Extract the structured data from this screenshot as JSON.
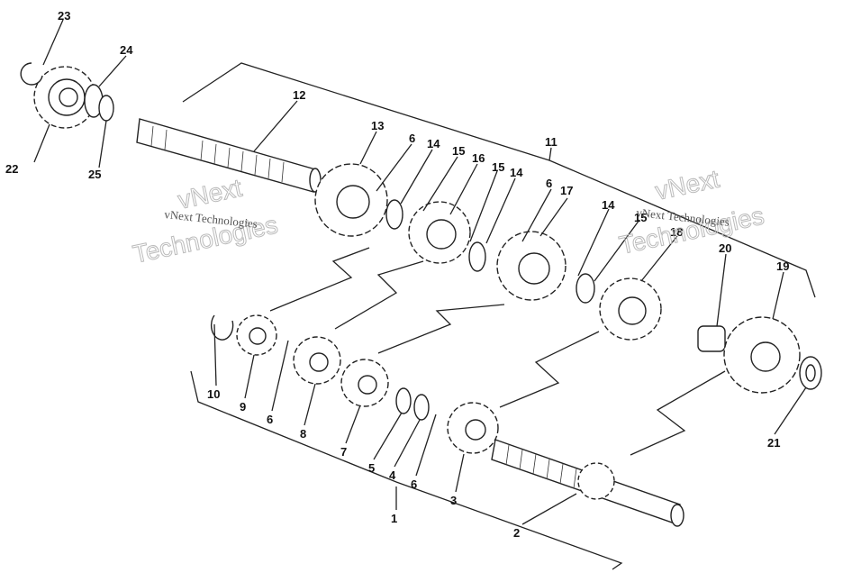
{
  "callouts": {
    "c1": "1",
    "c2": "2",
    "c3": "3",
    "c4": "4",
    "c5": "5",
    "c6a": "6",
    "c6b": "6",
    "c6c": "6",
    "c6d": "6",
    "c7": "7",
    "c8": "8",
    "c9": "9",
    "c10": "10",
    "c11": "11",
    "c12": "12",
    "c13": "13",
    "c14a": "14",
    "c14b": "14",
    "c14c": "14",
    "c15a": "15",
    "c15b": "15",
    "c15c": "15",
    "c16": "16",
    "c17": "17",
    "c18": "18",
    "c19": "19",
    "c20": "20",
    "c21": "21",
    "c22": "22",
    "c23": "23",
    "c24": "24",
    "c25": "25"
  },
  "watermark": {
    "line1": "vNext Technologies",
    "line2": "vNext Technologies",
    "big1": "vNext",
    "big2": "Technologies",
    "big3": "vNext",
    "big4": "Technologies"
  },
  "colors": {
    "ink": "#222222",
    "watermark": "#bbbbbb"
  }
}
